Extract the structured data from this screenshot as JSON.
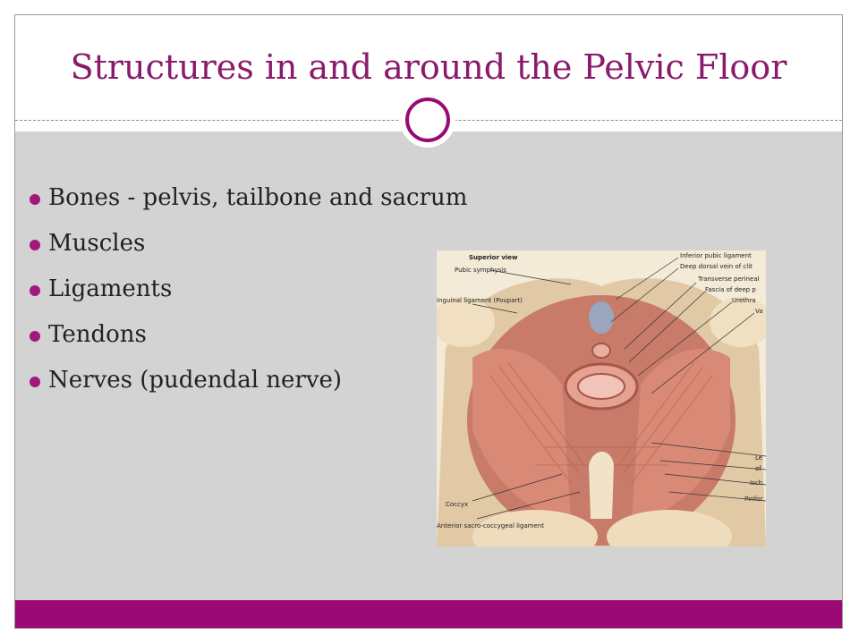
{
  "slide": {
    "title": "Structures in and around the Pelvic Floor",
    "bullets": [
      {
        "label": "Bones - pelvis, tailbone and sacrum"
      },
      {
        "label": "Muscles"
      },
      {
        "label": "Ligaments"
      },
      {
        "label": "Tendons"
      },
      {
        "label": "Nerves (pudendal nerve)"
      }
    ]
  },
  "figure": {
    "caption": "Superior view",
    "labels_left": [
      "Pubic symphysis",
      "Inguinal ligament (Poupart)",
      "Coccyx",
      "Anterior sacro-coccygeal ligament"
    ],
    "labels_right": [
      "Inferior pubic ligament",
      "Deep dorsal vein of clit",
      "Transverse perineal",
      "Fascia of deep p",
      "Urethra",
      "Va",
      "Le",
      "of",
      "Isch",
      "Pirifor"
    ]
  },
  "colors": {
    "title": "#8b1a6b",
    "accent": "#9b0a74",
    "content_bg": "#d3d3d3",
    "bullet": "#a0197a"
  },
  "icons": {
    "ring": "circle-ring-icon",
    "bullet": "bullet-dot-icon"
  }
}
